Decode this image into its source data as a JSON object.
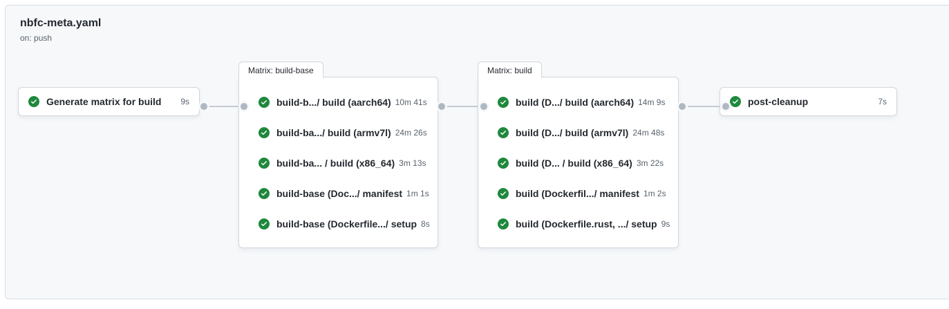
{
  "header": {
    "title": "nbfc-meta.yaml",
    "trigger": "on: push"
  },
  "colors": {
    "success_green": "#1f883d",
    "canvas_background": "#f6f8fa",
    "card_background": "#ffffff",
    "border": "#d0d7de",
    "text": "#24292f",
    "muted_text": "#59636e",
    "connector_dot": "#afb8c1"
  },
  "nodes": {
    "generate": {
      "label": "Generate matrix for build",
      "duration": "9s",
      "status": "success",
      "status_icon": "check-circle-icon"
    },
    "post_cleanup": {
      "label": "post-cleanup",
      "duration": "7s",
      "status": "success",
      "status_icon": "check-circle-icon"
    }
  },
  "groups": [
    {
      "title": "Matrix: build-base",
      "jobs": [
        {
          "label": "build-b.../ build (aarch64)",
          "duration": "10m 41s",
          "status": "success"
        },
        {
          "label": "build-ba.../ build (armv7l)",
          "duration": "24m 26s",
          "status": "success"
        },
        {
          "label": "build-ba... / build (x86_64)",
          "duration": "3m 13s",
          "status": "success"
        },
        {
          "label": "build-base (Doc.../ manifest",
          "duration": "1m 1s",
          "status": "success"
        },
        {
          "label": "build-base (Dockerfile.../ setup",
          "duration": "8s",
          "status": "success"
        }
      ]
    },
    {
      "title": "Matrix: build",
      "jobs": [
        {
          "label": "build (D.../ build (aarch64)",
          "duration": "14m 9s",
          "status": "success"
        },
        {
          "label": "build (D.../ build (armv7l)",
          "duration": "24m 48s",
          "status": "success"
        },
        {
          "label": "build (D... / build (x86_64)",
          "duration": "3m 22s",
          "status": "success"
        },
        {
          "label": "build (Dockerfil.../ manifest",
          "duration": "1m 2s",
          "status": "success"
        },
        {
          "label": "build (Dockerfile.rust, .../ setup",
          "duration": "9s",
          "status": "success"
        }
      ]
    }
  ]
}
